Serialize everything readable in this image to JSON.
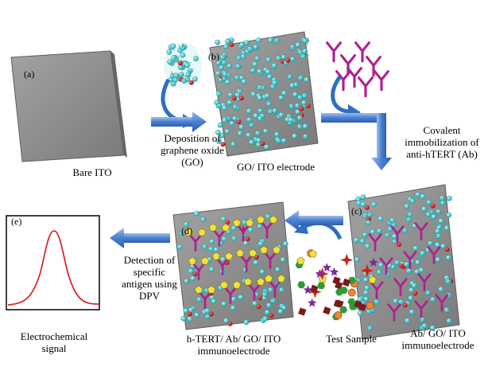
{
  "steps": {
    "a": {
      "tag": "(a)",
      "label": "Bare ITO"
    },
    "b": {
      "tag": "(b)",
      "label": "GO/ ITO electrode"
    },
    "c": {
      "tag": "(c)",
      "label": "Ab/ GO/ ITO\nimmunoelectrode"
    },
    "d": {
      "tag": "(d)",
      "label": "h-TERT/ Ab/ GO/ ITO\nimmunoelectrode"
    },
    "e": {
      "tag": "(e)",
      "label": "Electrochemical\nsignal"
    }
  },
  "arrows": {
    "a_to_b": "Deposition of\ngraphene oxide\n(GO)",
    "b_to_c": "Covalent\nimmobilization of\nanti-hTERT (Ab)",
    "d_to_e": "Detection of\nspecific\nantigen using\nDPV"
  },
  "test_sample": "Test Sample",
  "colors": {
    "electrode": "#8c8c8c",
    "graphene": "#2fd4d4",
    "oxygen": "#cc1111",
    "antibody": "#b0208f",
    "antigen": "#f2e23a",
    "arrow": "#5b8fd6",
    "signal": "#dd1111"
  }
}
